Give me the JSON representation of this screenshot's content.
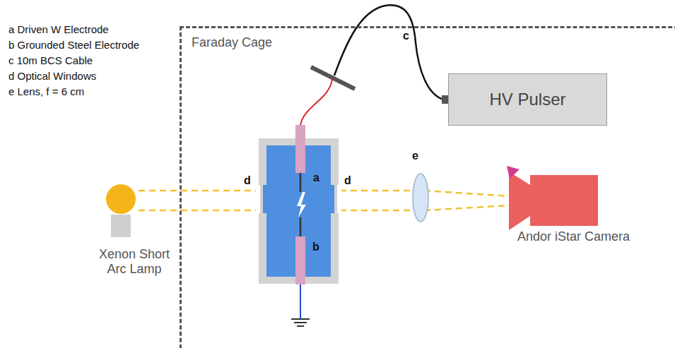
{
  "diagram": {
    "nodes": [
      {
        "text": [
          "Faraday Cage"
        ]
      },
      {
        "text": [
          "HV Pulser"
        ],
        "in": 0
      },
      {
        "text": [
          "Andor iStar Camera"
        ],
        "in": 0
      },
      {
        "text": [
          "Xenon Short Arc Lamp"
        ]
      }
    ],
    "labels": [
      "a Driven W Electrode",
      "b Grounded Steel Electrode",
      "c 10m BCS Cable",
      "d Optical Windows",
      "e Lens, f = 6 cm",
      "c",
      "a",
      "d",
      "d",
      "e",
      "b"
    ]
  }
}
